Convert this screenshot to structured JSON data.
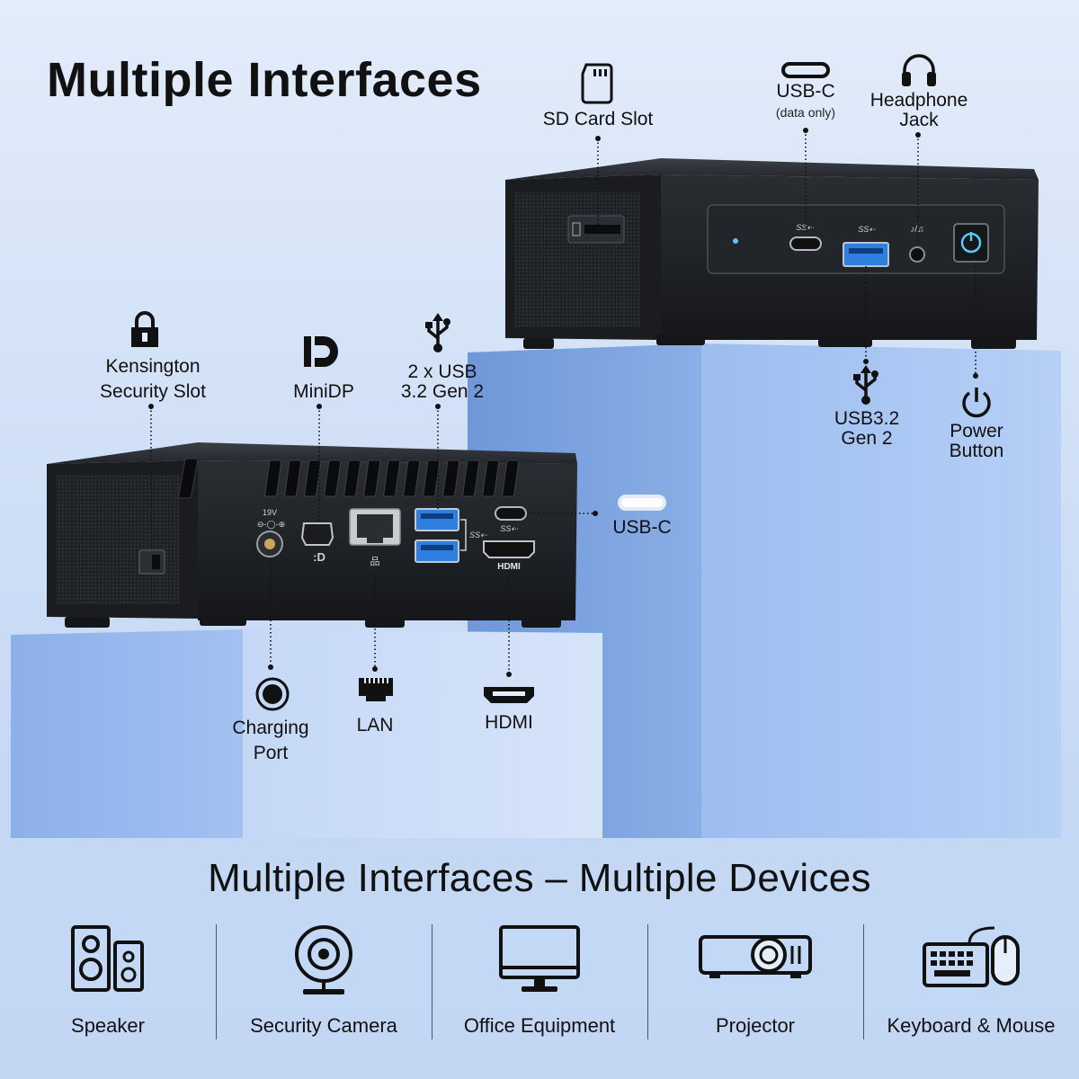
{
  "title": "Multiple Interfaces",
  "labels": {
    "sd_card": "SD Card Slot",
    "usbc_top": "USB-C",
    "usbc_top_note": "(data only)",
    "headphone_1": "Headphone",
    "headphone_2": "Jack",
    "kensington_1": "Kensington",
    "kensington_2": "Security Slot",
    "minidp": "MiniDP",
    "usb2x_1": "2 x USB",
    "usb2x_2": "3.2 Gen 2",
    "usb32_1": "USB3.2",
    "usb32_2": "Gen 2",
    "power_1": "Power",
    "power_2": "Button",
    "usbc_side": "USB-C",
    "charging_1": "Charging",
    "charging_2": "Port",
    "lan": "LAN",
    "hdmi": "HDMI"
  },
  "port_marks": {
    "volt": "19V",
    "hdmi_mark": "HDMI"
  },
  "bottom": {
    "title": "Multiple Interfaces – Multiple Devices",
    "devices": [
      {
        "label": "Speaker",
        "icon": "speaker-icon"
      },
      {
        "label": "Security Camera",
        "icon": "camera-icon"
      },
      {
        "label": "Office Equipment",
        "icon": "monitor-icon"
      },
      {
        "label": "Projector",
        "icon": "projector-icon"
      },
      {
        "label": "Keyboard & Mouse",
        "icon": "keyboard-mouse-icon"
      }
    ]
  },
  "colors": {
    "background_top": "#e3ecfa",
    "pillar_blue": "#8eb3ea",
    "device_body": "#1d2024",
    "usb_port_blue": "#2f7fe0",
    "power_led": "#5bc8f5"
  }
}
